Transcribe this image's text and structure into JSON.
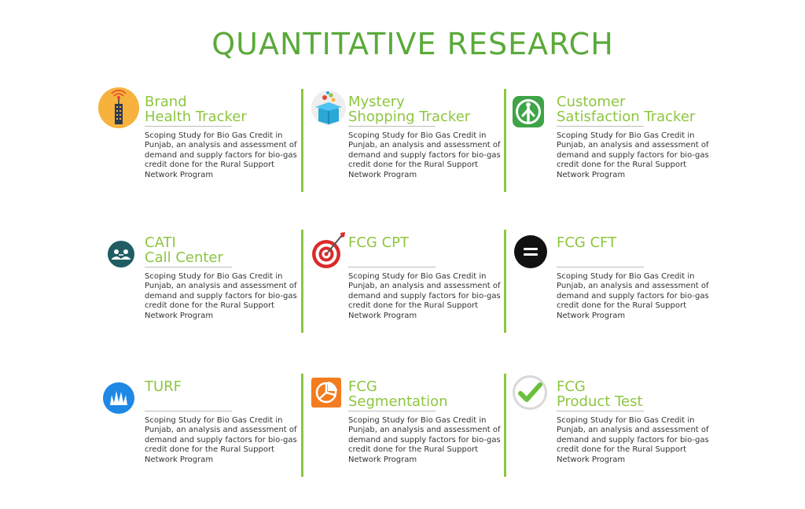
{
  "page": {
    "title": "QUANTITATIVE RESEARCH",
    "accent_color": "#8dc63f",
    "title_color": "#5aaa3a"
  },
  "cards": [
    {
      "title_line1": "Brand",
      "title_line2": "Health Tracker",
      "icon": "building-signal-icon",
      "description": "Scoping Study for Bio Gas Credit in Punjab, an analysis and assessment of demand and supply factors for bio-gas credit done for the Rural Support Network Program"
    },
    {
      "title_line1": "Mystery",
      "title_line2": "Shopping Tracker",
      "icon": "gift-box-icon",
      "description": "Scoping Study for Bio Gas Credit in Punjab, an analysis and assessment of demand and supply factors for bio-gas credit done for the Rural Support Network Program"
    },
    {
      "title_line1": "Customer",
      "title_line2": "Satisfaction Tracker",
      "icon": "person-app-icon",
      "description": "Scoping Study for Bio Gas Credit in Punjab, an analysis and assessment of demand and supply factors for bio-gas credit done for the Rural Support Network Program"
    },
    {
      "title_line1": "CATI",
      "title_line2": "Call Center",
      "icon": "call-center-icon",
      "description": "Scoping Study for Bio Gas Credit in Punjab, an analysis and assessment of demand and supply factors for bio-gas credit done for the Rural Support Network Program"
    },
    {
      "title_line1": "",
      "title_line2": "FCG CPT",
      "icon": "target-dart-icon",
      "description": "Scoping Study for Bio Gas Credit in Punjab, an analysis and assessment of demand and supply factors for bio-gas credit done for the Rural Support Network Program"
    },
    {
      "title_line1": "",
      "title_line2": "FCG CFT",
      "icon": "equals-circle-icon",
      "description": "Scoping Study for Bio Gas Credit in Punjab, an analysis and assessment of demand and supply factors for bio-gas credit done for the Rural Support Network Program"
    },
    {
      "title_line1": "",
      "title_line2": "TURF",
      "icon": "grass-circle-icon",
      "description": "Scoping Study for Bio Gas Credit in Punjab, an analysis and assessment of demand and supply factors for bio-gas credit done for the Rural Support Network Program"
    },
    {
      "title_line1": "FCG",
      "title_line2": "Segmentation",
      "icon": "pie-segments-icon",
      "description": "Scoping Study for Bio Gas Credit in Punjab, an analysis and assessment of demand and supply factors for bio-gas credit done for the Rural Support Network Program"
    },
    {
      "title_line1": "FCG",
      "title_line2": "Product Test",
      "icon": "checkmark-circle-icon",
      "description": "Scoping Study for Bio Gas Credit in Punjab, an analysis and assessment of demand and supply factors for bio-gas credit done for the Rural Support Network Program"
    }
  ]
}
